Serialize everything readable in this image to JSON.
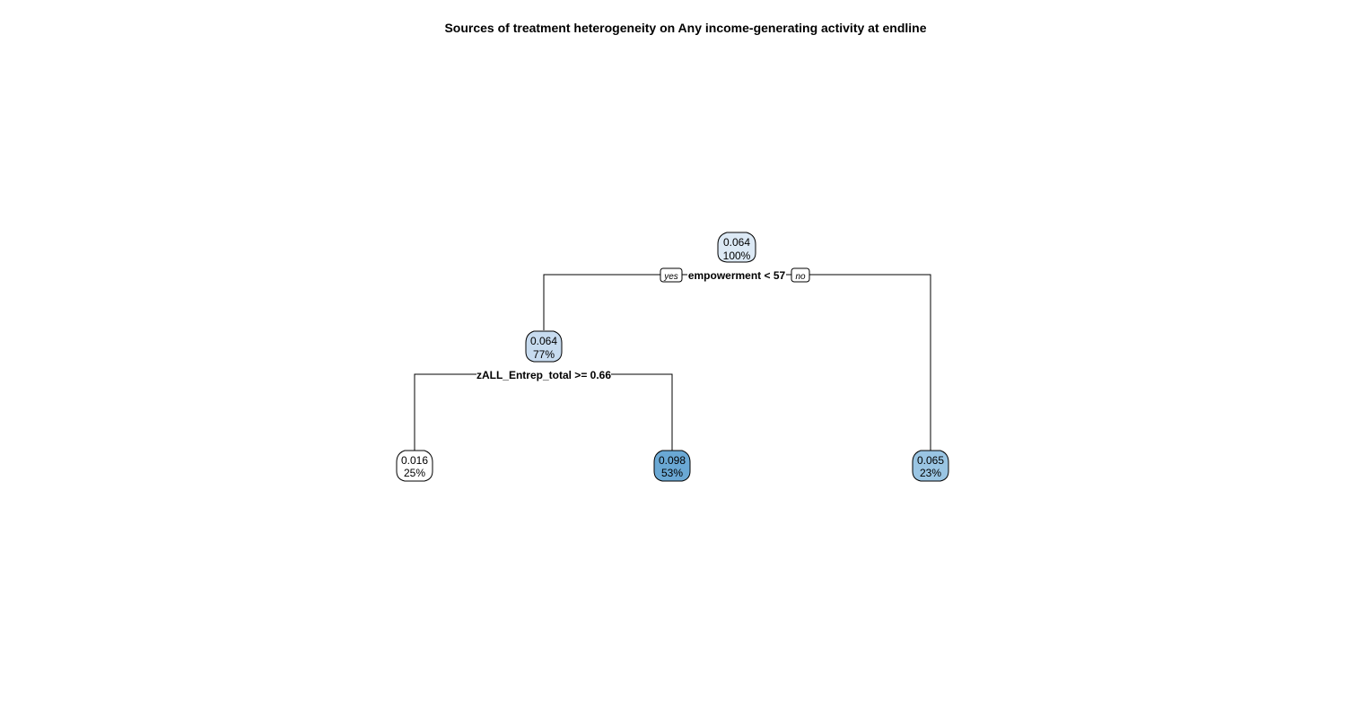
{
  "title": "Sources of treatment heterogeneity on Any income-generating activity at endline",
  "nodes": {
    "root": {
      "value": "0.064",
      "percent": "100%",
      "fill": "#dce9f5"
    },
    "left": {
      "value": "0.064",
      "percent": "77%",
      "fill": "#c7dbef"
    },
    "leaf_ll": {
      "value": "0.016",
      "percent": "25%",
      "fill": "#ffffff"
    },
    "leaf_lr": {
      "value": "0.098",
      "percent": "53%",
      "fill": "#6aa8d4"
    },
    "leaf_r": {
      "value": "0.065",
      "percent": "23%",
      "fill": "#9ac5e3"
    }
  },
  "splits": {
    "root": {
      "rule": "empowerment < 57",
      "yes_label": "yes",
      "no_label": "no"
    },
    "left": {
      "rule": "zALL_Entrep_total >= 0.66"
    }
  }
}
